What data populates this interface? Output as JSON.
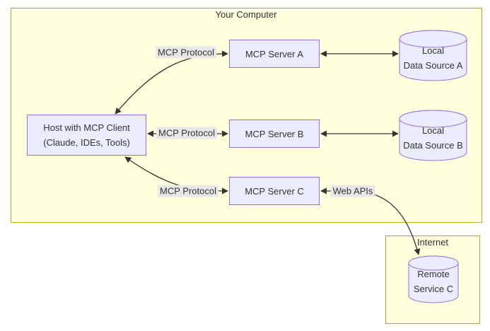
{
  "diagram": {
    "containers": {
      "your_computer": {
        "label": "Your Computer"
      },
      "internet": {
        "label": "Internet"
      }
    },
    "nodes": {
      "host": {
        "line1": "Host with MCP Client",
        "line2": "(Claude, IDEs, Tools)"
      },
      "server_a": {
        "label": "MCP Server A"
      },
      "server_b": {
        "label": "MCP Server B"
      },
      "server_c": {
        "label": "MCP Server C"
      },
      "data_source_a": {
        "line1": "Local",
        "line2": "Data Source A"
      },
      "data_source_b": {
        "line1": "Local",
        "line2": "Data Source B"
      },
      "remote_service_c": {
        "line1": "Remote",
        "line2": "Service C"
      }
    },
    "edges": {
      "host_server_a": {
        "label": "MCP Protocol",
        "bidirectional": true
      },
      "host_server_b": {
        "label": "MCP Protocol",
        "bidirectional": true
      },
      "host_server_c": {
        "label": "MCP Protocol",
        "bidirectional": true
      },
      "server_a_data_source_a": {
        "bidirectional": true
      },
      "server_b_data_source_b": {
        "bidirectional": true
      },
      "server_c_remote_service_c": {
        "label": "Web APIs",
        "bidirectional": true
      }
    },
    "colors": {
      "node_fill": "#ECECFF",
      "node_border": "#9370DB",
      "container_fill": "#FFFFDE",
      "container_border": "#AAAA33",
      "edge_line": "#333333",
      "edge_label_bg": "#E8E8E8",
      "text": "#333333",
      "background": "#FFFFFF"
    }
  }
}
